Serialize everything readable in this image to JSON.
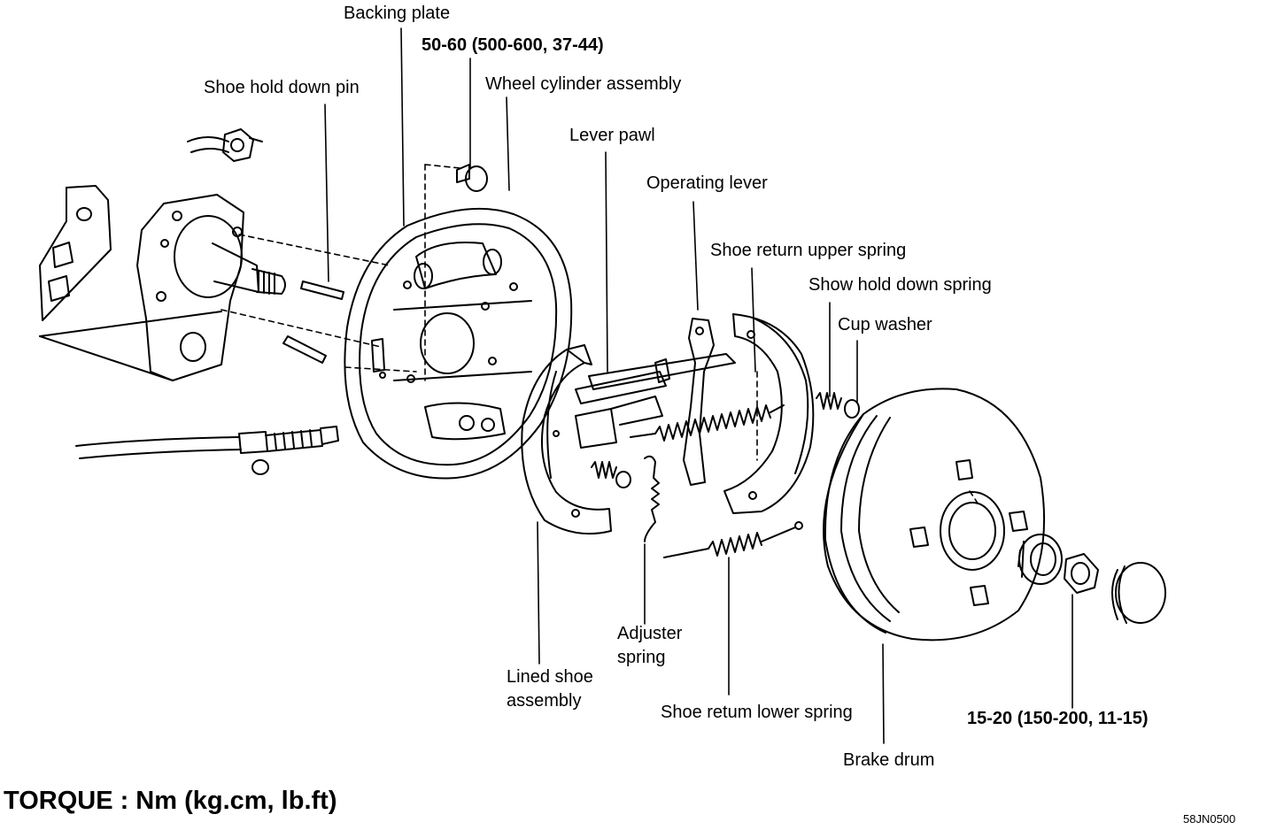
{
  "labels": {
    "backing_plate": "Backing plate",
    "torque_top": "50-60 (500-600, 37-44)",
    "wheel_cylinder": "Wheel cylinder assembly",
    "shoe_hold_down_pin": "Shoe hold down pin",
    "lever_pawl": "Lever pawl",
    "operating_lever": "Operating lever",
    "shoe_return_upper_spring": "Shoe return upper spring",
    "show_hold_down_spring": "Show hold down spring",
    "cup_washer": "Cup washer",
    "adjuster_spring": "Adjuster\nspring",
    "lined_shoe_assembly": "Lined shoe\nassembly",
    "shoe_return_lower_spring": "Shoe retum lower spring",
    "torque_bottom": "15-20 (150-200, 11-15)",
    "brake_drum": "Brake drum",
    "torque_legend": "TORQUE : Nm (kg.cm, lb.ft)",
    "figure_code": "58JN0500"
  }
}
